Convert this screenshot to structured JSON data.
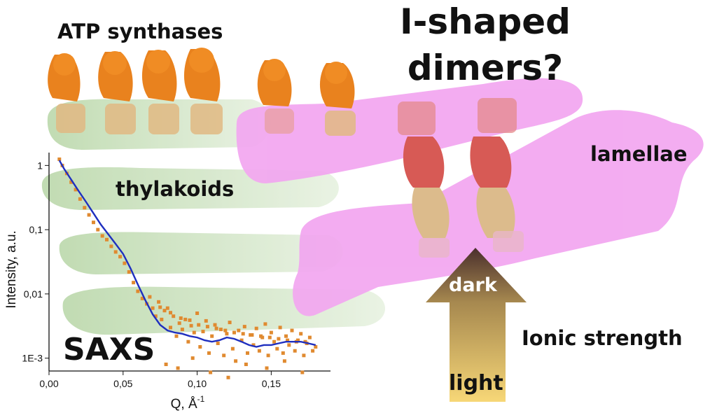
{
  "labels": {
    "atp_synthases": "ATP synthases",
    "i_shaped_line1": "I-shaped",
    "i_shaped_line2": "dimers?",
    "thylakoids": "thylakoids",
    "lamellae": "lamellae",
    "ionic_strength": "Ionic strength",
    "saxs": "SAXS",
    "dark": "dark",
    "light": "light"
  },
  "colors": {
    "atp_head": "#e9821e",
    "atp_stalk": "#e0b883",
    "thylakoid_green": "#bcd9ad",
    "lamellae_pink": "#f2a6f0",
    "dimer_red": "#d75a55",
    "dimer_tan": "#dcbb8c",
    "fit_line": "#1f2fbf",
    "data_points": "#e08a30",
    "arrow_top": "#4a2f2c",
    "arrow_bottom": "#f7d777"
  },
  "chart_data": {
    "type": "scatter",
    "title": "",
    "xlabel": "Q, Å",
    "xlabel_superscript": "-1",
    "ylabel": "Intensity, a.u.",
    "xlim": [
      0.0,
      0.19
    ],
    "ylim_log10": [
      -3.2,
      0.2
    ],
    "x_ticks": [
      "0,00",
      "0,05",
      "0,10",
      "0,15"
    ],
    "x_tick_values": [
      0.0,
      0.05,
      0.1,
      0.15
    ],
    "y_ticks": [
      "1",
      "0,1",
      "0,01",
      "1E-3"
    ],
    "y_tick_values": [
      1,
      0.1,
      0.01,
      0.001
    ],
    "scale": {
      "x": "linear",
      "y": "log"
    },
    "series": [
      {
        "kind": "fit-line",
        "x": [
          0.007,
          0.01,
          0.015,
          0.02,
          0.025,
          0.03,
          0.035,
          0.04,
          0.045,
          0.05,
          0.055,
          0.06,
          0.065,
          0.07,
          0.075,
          0.08,
          0.085,
          0.09,
          0.095,
          0.1,
          0.105,
          0.11,
          0.115,
          0.12,
          0.125,
          0.13,
          0.135,
          0.14,
          0.145,
          0.15,
          0.155,
          0.16,
          0.165,
          0.17,
          0.175,
          0.18
        ],
        "y": [
          1.2,
          0.9,
          0.6,
          0.4,
          0.27,
          0.18,
          0.12,
          0.085,
          0.06,
          0.042,
          0.025,
          0.014,
          0.008,
          0.0048,
          0.0033,
          0.0027,
          0.0025,
          0.0024,
          0.0022,
          0.0021,
          0.0019,
          0.0018,
          0.0019,
          0.0021,
          0.002,
          0.0018,
          0.0016,
          0.0015,
          0.0016,
          0.0016,
          0.0017,
          0.0018,
          0.0018,
          0.0018,
          0.0017,
          0.0016
        ]
      },
      {
        "kind": "data-points",
        "x": [
          0.007,
          0.009,
          0.012,
          0.015,
          0.018,
          0.021,
          0.024,
          0.027,
          0.03,
          0.033,
          0.036,
          0.039,
          0.042,
          0.045,
          0.048,
          0.051,
          0.054,
          0.057,
          0.06,
          0.063,
          0.066,
          0.068,
          0.07,
          0.072,
          0.074,
          0.076,
          0.078,
          0.08,
          0.082,
          0.084,
          0.086,
          0.088,
          0.09,
          0.092,
          0.094,
          0.096,
          0.098,
          0.1,
          0.102,
          0.104,
          0.106,
          0.108,
          0.11,
          0.112,
          0.114,
          0.116,
          0.118,
          0.12,
          0.122,
          0.124,
          0.126,
          0.128,
          0.13,
          0.132,
          0.134,
          0.136,
          0.138,
          0.14,
          0.142,
          0.144,
          0.146,
          0.148,
          0.15,
          0.152,
          0.154,
          0.156,
          0.158,
          0.16,
          0.162,
          0.164,
          0.166,
          0.168,
          0.17,
          0.172,
          0.174,
          0.176,
          0.178,
          0.18,
          0.075,
          0.082,
          0.089,
          0.095,
          0.101,
          0.107,
          0.113,
          0.119,
          0.125,
          0.131,
          0.137,
          0.143,
          0.149,
          0.155,
          0.161,
          0.167,
          0.173,
          0.079,
          0.087,
          0.097,
          0.109,
          0.121,
          0.133,
          0.147,
          0.159,
          0.171
        ],
        "y": [
          1.25,
          1.0,
          0.75,
          0.55,
          0.42,
          0.3,
          0.22,
          0.17,
          0.13,
          0.1,
          0.08,
          0.07,
          0.055,
          0.045,
          0.038,
          0.03,
          0.022,
          0.015,
          0.011,
          0.0085,
          0.007,
          0.009,
          0.006,
          0.0045,
          0.0075,
          0.004,
          0.0055,
          0.006,
          0.003,
          0.0045,
          0.0022,
          0.0035,
          0.0028,
          0.004,
          0.0018,
          0.0032,
          0.0025,
          0.005,
          0.0015,
          0.0026,
          0.0038,
          0.0012,
          0.0022,
          0.0033,
          0.0017,
          0.0028,
          0.0011,
          0.0024,
          0.0036,
          0.0014,
          0.0009,
          0.0027,
          0.0019,
          0.0031,
          0.0012,
          0.0023,
          0.0016,
          0.0029,
          0.0013,
          0.0021,
          0.0034,
          0.0011,
          0.0025,
          0.0018,
          0.0014,
          0.003,
          0.0012,
          0.0022,
          0.0016,
          0.0027,
          0.0013,
          0.0019,
          0.0024,
          0.0011,
          0.0017,
          0.0021,
          0.0013,
          0.0015,
          0.0062,
          0.0051,
          0.0042,
          0.0039,
          0.0033,
          0.0031,
          0.0029,
          0.0027,
          0.0025,
          0.0024,
          0.0023,
          0.0022,
          0.0021,
          0.002,
          0.0019,
          0.0018,
          0.0018,
          0.0008,
          0.0007,
          0.001,
          0.0006,
          0.0005,
          0.0008,
          0.0007,
          0.0009,
          0.0006
        ]
      }
    ]
  }
}
